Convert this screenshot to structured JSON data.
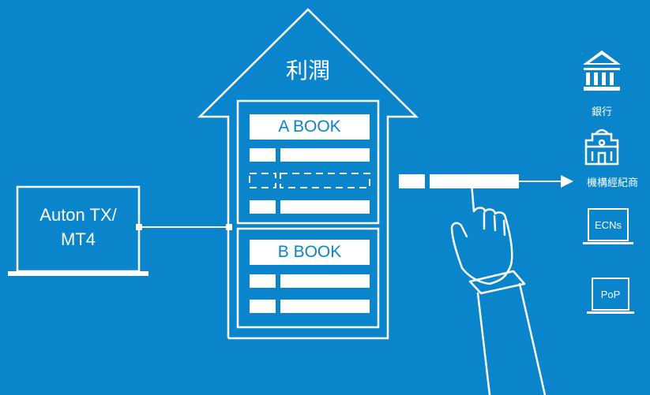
{
  "colors": {
    "background": "#0a85cc",
    "line": "#ffffff",
    "box_text": "#0a85cc"
  },
  "house": {
    "roof_label": "利潤",
    "a_book": "A BOOK",
    "b_book": "B BOOK"
  },
  "laptop": {
    "line1": "Auton TX/",
    "line2": "MT4"
  },
  "destinations": [
    {
      "label": "銀行",
      "icon": "bank-icon"
    },
    {
      "label": "機構經紀商",
      "icon": "institution-building-icon"
    },
    {
      "label": "ECNs",
      "icon": "ecns-laptop-icon"
    },
    {
      "label": "PoP",
      "icon": "pop-laptop-icon"
    }
  ],
  "hand_icon": "pointing-hand-icon"
}
